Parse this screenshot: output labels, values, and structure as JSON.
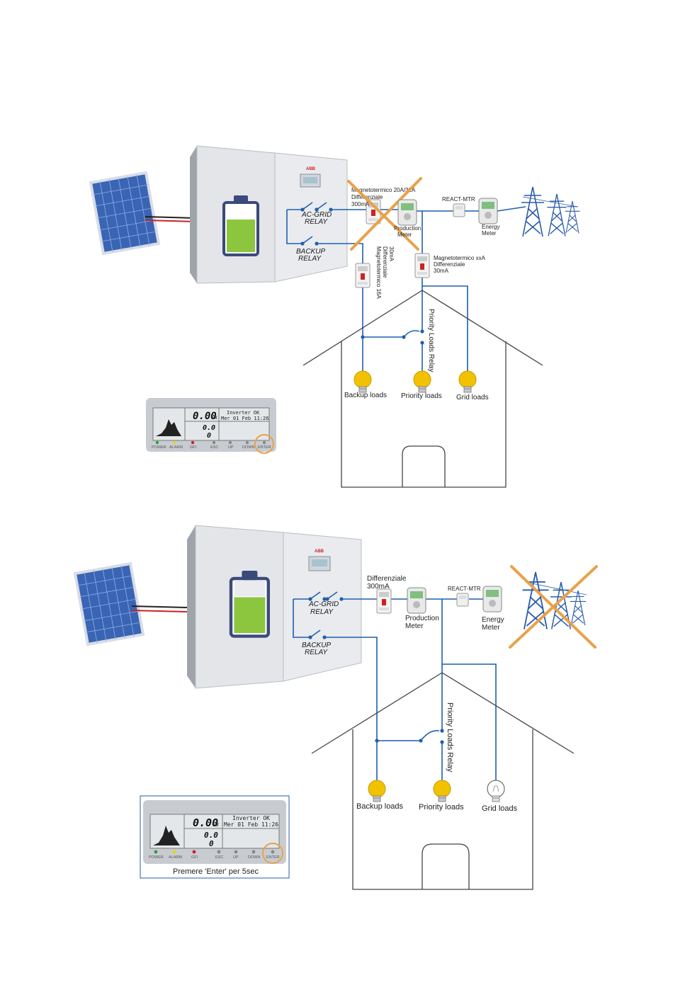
{
  "colors": {
    "wire": "#1f5fae",
    "cross": "#e8a24a",
    "battery": "#8cc63f",
    "battery_frame": "#3a4a7a",
    "panel": "#3a64b4",
    "bulb_on": "#f2c200",
    "highlight": "#e8a24a"
  },
  "diagram_top": {
    "breaker_main_label": [
      "Magnetotermico 20A/32A",
      "Differenziale",
      "300mA"
    ],
    "react_label": "REACT-MTR",
    "production_meter_label": [
      "Production",
      "Meter"
    ],
    "energy_meter_label": [
      "Energy",
      "Meter"
    ],
    "breaker_xxa_label": [
      "Magnetotermico xxA",
      "Differenziale",
      "30mA"
    ],
    "breaker_16a_label": [
      "Magnetotermico 16A",
      "Differenziale",
      "30mA"
    ],
    "ac_grid_relay": [
      "AC-GRID",
      "RELAY"
    ],
    "backup_relay": [
      "BACKUP",
      "RELAY"
    ],
    "priority_relay": "Priority Loads Relay",
    "loads": [
      "Backup loads",
      "Priority loads",
      "Grid loads"
    ]
  },
  "diagram_bottom": {
    "breaker_label": [
      "Differenziale",
      "300mA"
    ],
    "react_label": "REACT-MTR",
    "production_meter_label": [
      "Production",
      "Meter"
    ],
    "energy_meter_label": [
      "Energy",
      "Meter"
    ],
    "ac_grid_relay": [
      "AC-GRID",
      "RELAY"
    ],
    "backup_relay": [
      "BACKUP",
      "RELAY"
    ],
    "priority_relay": "Priority Loads Relay",
    "loads": [
      "Backup loads",
      "Priority loads",
      "Grid loads"
    ],
    "caption": "Premere 'Enter' per 5sec"
  },
  "display": {
    "big_value": "0.00",
    "big_unit": "kW",
    "status": "Inverter OK",
    "date": "Mer 01 Feb 11:26",
    "small_value_1": "0.0",
    "small_value_2": "0",
    "buttons": [
      "POWER",
      "ALARM",
      "GFI",
      "ESC",
      "UP",
      "DOWN",
      "ENTER"
    ]
  }
}
